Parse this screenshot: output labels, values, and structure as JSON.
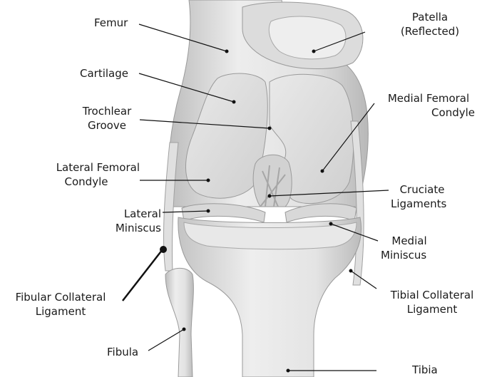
{
  "labels": {
    "femur": "Femur",
    "patella": [
      "Patella",
      "(Reflected)"
    ],
    "cartilage": "Cartilage",
    "trochlear_groove": [
      "Trochlear",
      "Groove"
    ],
    "medial_femoral_condyle": [
      "Medial Femoral",
      "Condyle"
    ],
    "lateral_femoral_condyle": [
      "Lateral Femoral",
      "Condyle"
    ],
    "cruciate_ligaments": [
      "Cruciate",
      "Ligaments"
    ],
    "lateral_miniscus": [
      "Lateral",
      "Miniscus"
    ],
    "medial_miniscus": [
      "Medial",
      "Miniscus"
    ],
    "fibular_collateral_ligament": [
      "Fibular Collateral",
      "Ligament"
    ],
    "tibial_collateral_ligament": [
      "Tibial Collateral",
      "Ligament"
    ],
    "fibula": "Fibula",
    "tibia": "Tibia"
  }
}
